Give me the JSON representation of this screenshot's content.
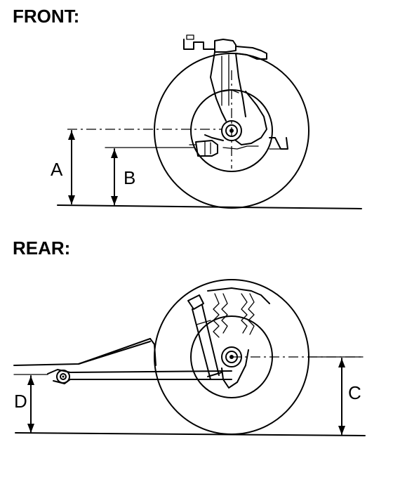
{
  "sections": {
    "front": {
      "heading": "FRONT:",
      "dimensions": [
        "A",
        "B"
      ]
    },
    "rear": {
      "heading": "REAR:",
      "dimensions": [
        "C",
        "D"
      ]
    }
  }
}
